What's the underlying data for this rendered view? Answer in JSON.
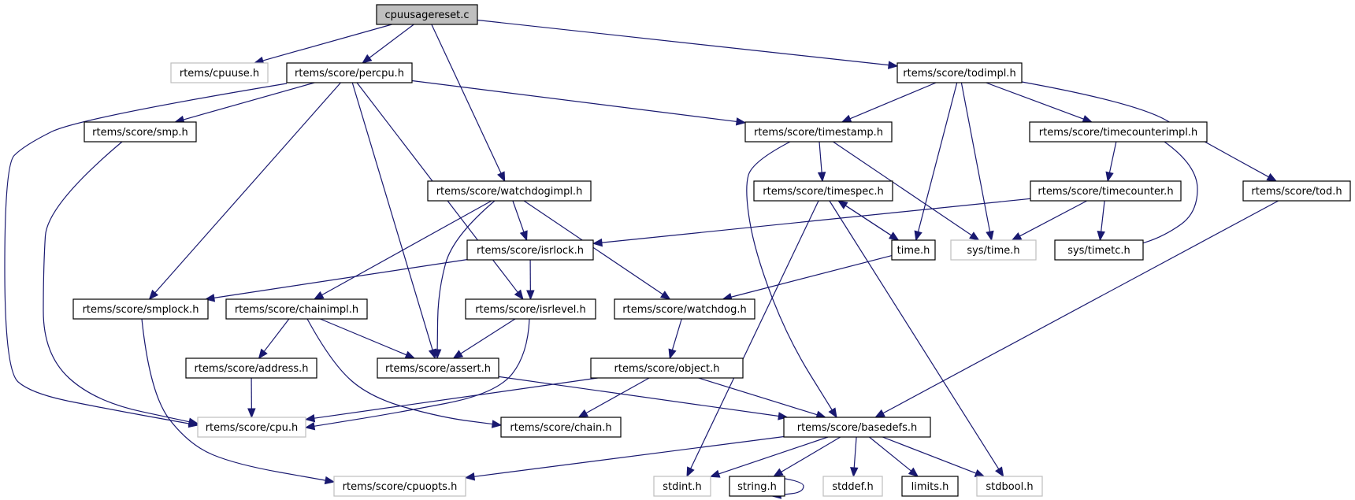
{
  "title": "cpuusagereset.c include dependency graph",
  "colors": {
    "edge": "#191970",
    "root_fill": "#bfbfbf",
    "node_border": "#000000",
    "external_border": "#bfbfbf",
    "node_fill": "#ffffff"
  },
  "nodes": [
    {
      "id": "cpuusagereset_c",
      "label": "cpuusagereset.c",
      "kind": "root"
    },
    {
      "id": "cpuuse_h",
      "label": "rtems/cpuuse.h",
      "kind": "external"
    },
    {
      "id": "percpu_h",
      "label": "rtems/score/percpu.h",
      "kind": "doc"
    },
    {
      "id": "todimpl_h",
      "label": "rtems/score/todimpl.h",
      "kind": "doc"
    },
    {
      "id": "smp_h",
      "label": "rtems/score/smp.h",
      "kind": "doc"
    },
    {
      "id": "timestamp_h",
      "label": "rtems/score/timestamp.h",
      "kind": "doc"
    },
    {
      "id": "timecounterimpl_h",
      "label": "rtems/score/timecounterimpl.h",
      "kind": "doc"
    },
    {
      "id": "watchdogimpl_h",
      "label": "rtems/score/watchdogimpl.h",
      "kind": "doc"
    },
    {
      "id": "timespec_h",
      "label": "rtems/score/timespec.h",
      "kind": "doc"
    },
    {
      "id": "timecounter_h",
      "label": "rtems/score/timecounter.h",
      "kind": "doc"
    },
    {
      "id": "tod_h",
      "label": "rtems/score/tod.h",
      "kind": "doc"
    },
    {
      "id": "isrlock_h",
      "label": "rtems/score/isrlock.h",
      "kind": "doc"
    },
    {
      "id": "time_h",
      "label": "time.h",
      "kind": "doc"
    },
    {
      "id": "sys_time_h",
      "label": "sys/time.h",
      "kind": "external"
    },
    {
      "id": "sys_timetc_h",
      "label": "sys/timetc.h",
      "kind": "doc"
    },
    {
      "id": "smplock_h",
      "label": "rtems/score/smplock.h",
      "kind": "doc"
    },
    {
      "id": "chainimpl_h",
      "label": "rtems/score/chainimpl.h",
      "kind": "doc"
    },
    {
      "id": "isrlevel_h",
      "label": "rtems/score/isrlevel.h",
      "kind": "doc"
    },
    {
      "id": "watchdog_h",
      "label": "rtems/score/watchdog.h",
      "kind": "doc"
    },
    {
      "id": "address_h",
      "label": "rtems/score/address.h",
      "kind": "doc"
    },
    {
      "id": "assert_h",
      "label": "rtems/score/assert.h",
      "kind": "doc"
    },
    {
      "id": "object_h",
      "label": "rtems/score/object.h",
      "kind": "doc"
    },
    {
      "id": "cpu_h",
      "label": "rtems/score/cpu.h",
      "kind": "external"
    },
    {
      "id": "chain_h",
      "label": "rtems/score/chain.h",
      "kind": "doc"
    },
    {
      "id": "basedefs_h",
      "label": "rtems/score/basedefs.h",
      "kind": "doc"
    },
    {
      "id": "cpuopts_h",
      "label": "rtems/score/cpuopts.h",
      "kind": "external"
    },
    {
      "id": "stdint_h",
      "label": "stdint.h",
      "kind": "external"
    },
    {
      "id": "string_h",
      "label": "string.h",
      "kind": "doc"
    },
    {
      "id": "stddef_h",
      "label": "stddef.h",
      "kind": "external"
    },
    {
      "id": "limits_h",
      "label": "limits.h",
      "kind": "doc"
    },
    {
      "id": "stdbool_h",
      "label": "stdbool.h",
      "kind": "external"
    }
  ],
  "edges": [
    {
      "from": "cpuusagereset_c",
      "to": "cpuuse_h"
    },
    {
      "from": "cpuusagereset_c",
      "to": "percpu_h"
    },
    {
      "from": "cpuusagereset_c",
      "to": "watchdogimpl_h"
    },
    {
      "from": "cpuusagereset_c",
      "to": "todimpl_h"
    },
    {
      "from": "percpu_h",
      "to": "cpu_h"
    },
    {
      "from": "percpu_h",
      "to": "smp_h"
    },
    {
      "from": "percpu_h",
      "to": "smplock_h"
    },
    {
      "from": "percpu_h",
      "to": "assert_h"
    },
    {
      "from": "percpu_h",
      "to": "isrlevel_h"
    },
    {
      "from": "percpu_h",
      "to": "timestamp_h"
    },
    {
      "from": "smp_h",
      "to": "cpu_h"
    },
    {
      "from": "todimpl_h",
      "to": "timestamp_h"
    },
    {
      "from": "todimpl_h",
      "to": "time_h"
    },
    {
      "from": "todimpl_h",
      "to": "sys_time_h"
    },
    {
      "from": "todimpl_h",
      "to": "timecounterimpl_h"
    },
    {
      "from": "todimpl_h",
      "to": "tod_h"
    },
    {
      "from": "timestamp_h",
      "to": "basedefs_h"
    },
    {
      "from": "timestamp_h",
      "to": "timespec_h"
    },
    {
      "from": "timestamp_h",
      "to": "sys_time_h"
    },
    {
      "from": "timecounterimpl_h",
      "to": "timecounter_h"
    },
    {
      "from": "timecounterimpl_h",
      "to": "sys_timetc_h"
    },
    {
      "from": "watchdogimpl_h",
      "to": "chainimpl_h"
    },
    {
      "from": "watchdogimpl_h",
      "to": "assert_h"
    },
    {
      "from": "watchdogimpl_h",
      "to": "isrlock_h"
    },
    {
      "from": "watchdogimpl_h",
      "to": "watchdog_h"
    },
    {
      "from": "timespec_h",
      "to": "stdint_h"
    },
    {
      "from": "timespec_h",
      "to": "time_h"
    },
    {
      "from": "timespec_h",
      "to": "stdbool_h"
    },
    {
      "from": "time_h",
      "to": "timespec_h"
    },
    {
      "from": "time_h",
      "to": "watchdog_h"
    },
    {
      "from": "timecounter_h",
      "to": "isrlock_h"
    },
    {
      "from": "timecounter_h",
      "to": "sys_time_h"
    },
    {
      "from": "timecounter_h",
      "to": "sys_timetc_h"
    },
    {
      "from": "tod_h",
      "to": "basedefs_h"
    },
    {
      "from": "isrlock_h",
      "to": "smplock_h"
    },
    {
      "from": "isrlock_h",
      "to": "isrlevel_h"
    },
    {
      "from": "smplock_h",
      "to": "cpuopts_h"
    },
    {
      "from": "chainimpl_h",
      "to": "address_h"
    },
    {
      "from": "chainimpl_h",
      "to": "assert_h"
    },
    {
      "from": "chainimpl_h",
      "to": "chain_h"
    },
    {
      "from": "isrlevel_h",
      "to": "assert_h"
    },
    {
      "from": "isrlevel_h",
      "to": "cpu_h"
    },
    {
      "from": "watchdog_h",
      "to": "object_h"
    },
    {
      "from": "address_h",
      "to": "cpu_h"
    },
    {
      "from": "assert_h",
      "to": "basedefs_h"
    },
    {
      "from": "object_h",
      "to": "cpu_h"
    },
    {
      "from": "object_h",
      "to": "chain_h"
    },
    {
      "from": "object_h",
      "to": "basedefs_h"
    },
    {
      "from": "basedefs_h",
      "to": "cpuopts_h"
    },
    {
      "from": "basedefs_h",
      "to": "stdint_h"
    },
    {
      "from": "basedefs_h",
      "to": "string_h"
    },
    {
      "from": "basedefs_h",
      "to": "stddef_h"
    },
    {
      "from": "basedefs_h",
      "to": "limits_h"
    },
    {
      "from": "basedefs_h",
      "to": "stdbool_h"
    },
    {
      "from": "string_h",
      "to": "string_h"
    }
  ]
}
